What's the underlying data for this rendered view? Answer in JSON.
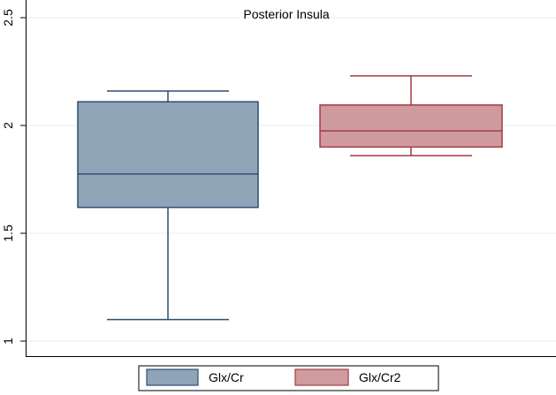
{
  "chart_data": {
    "type": "box",
    "title": "Posterior Insula",
    "xlabel": "",
    "ylabel": "",
    "ylim": [
      1,
      2.5
    ],
    "yticks": [
      1,
      1.5,
      2,
      2.5
    ],
    "ytick_labels": [
      "1",
      "1.5",
      "2",
      "2.5"
    ],
    "grid": true,
    "legend_position": "bottom",
    "series": [
      {
        "name": "Glx/Cr",
        "min": 1.1,
        "q1": 1.62,
        "median": 1.775,
        "q3": 2.11,
        "max": 2.16,
        "fill": "#90a4b8",
        "stroke": "#2c4f74"
      },
      {
        "name": "Glx/Cr2",
        "min": 1.86,
        "q1": 1.9,
        "median": 1.975,
        "q3": 2.095,
        "max": 2.23,
        "fill": "#cf9b9f",
        "stroke": "#a53b43"
      }
    ]
  }
}
